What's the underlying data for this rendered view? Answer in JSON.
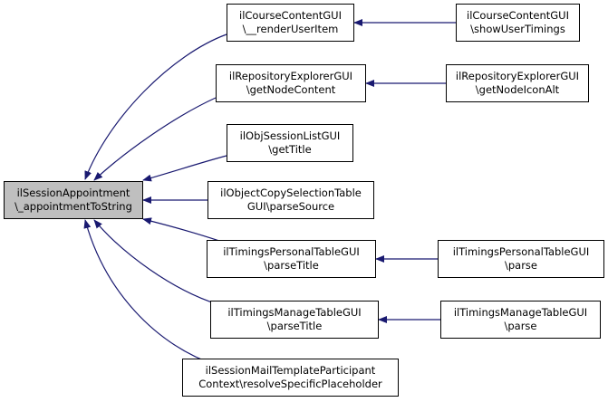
{
  "colors": {
    "edge": "#191970",
    "root_fill": "#bfbfbf",
    "node_fill": "#ffffff",
    "border": "#000000"
  },
  "nodes": {
    "root": {
      "line1": "ilSessionAppointment",
      "line2": "\\_appointmentToString"
    },
    "course_content_render": {
      "line1": "ilCourseContentGUI",
      "line2": "\\__renderUserItem"
    },
    "course_content_timings": {
      "line1": "ilCourseContentGUI",
      "line2": "\\showUserTimings"
    },
    "repo_explorer_node": {
      "line1": "ilRepositoryExplorerGUI",
      "line2": "\\getNodeContent"
    },
    "repo_explorer_icon": {
      "line1": "ilRepositoryExplorerGUI",
      "line2": "\\getNodeIconAlt"
    },
    "obj_session_list": {
      "line1": "ilObjSessionListGUI",
      "line2": "\\getTitle"
    },
    "object_copy": {
      "line1": "ilObjectCopySelectionTable",
      "line2": "GUI\\parseSource"
    },
    "timings_personal_title": {
      "line1": "ilTimingsPersonalTableGUI",
      "line2": "\\parseTitle"
    },
    "timings_personal_parse": {
      "line1": "ilTimingsPersonalTableGUI",
      "line2": "\\parse"
    },
    "timings_manage_title": {
      "line1": "ilTimingsManageTableGUI",
      "line2": "\\parseTitle"
    },
    "timings_manage_parse": {
      "line1": "ilTimingsManageTableGUI",
      "line2": "\\parse"
    },
    "mail_template": {
      "line1": "ilSessionMailTemplateParticipant",
      "line2": "Context\\resolveSpecificPlaceholder"
    }
  }
}
